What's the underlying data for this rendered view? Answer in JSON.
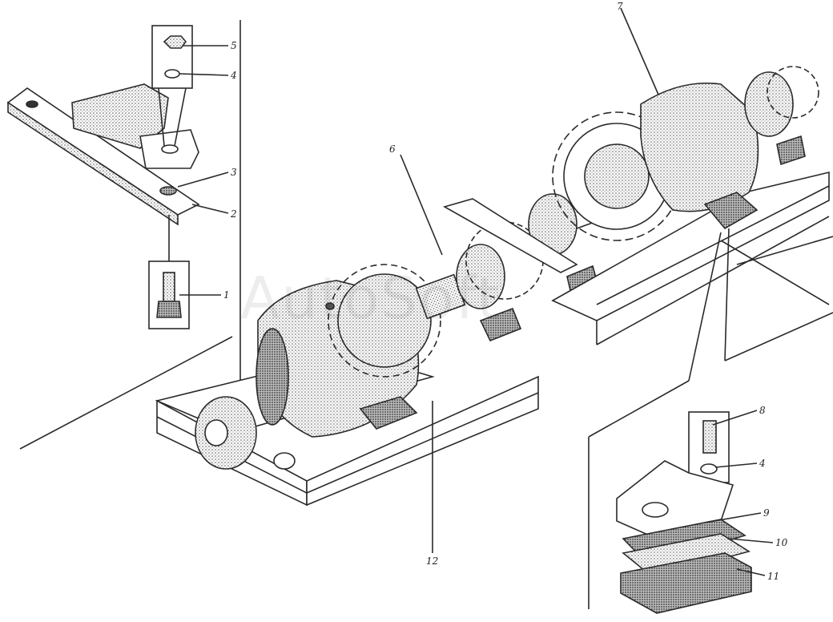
{
  "watermark": "AutoSoft",
  "callouts": [
    {
      "id": "c1",
      "text": "1"
    },
    {
      "id": "c2",
      "text": "2"
    },
    {
      "id": "c3",
      "text": "3"
    },
    {
      "id": "c4a",
      "text": "4"
    },
    {
      "id": "c5",
      "text": "5"
    },
    {
      "id": "c6",
      "text": "6"
    },
    {
      "id": "c7",
      "text": "7"
    },
    {
      "id": "c8",
      "text": "8"
    },
    {
      "id": "c4b",
      "text": "4"
    },
    {
      "id": "c9",
      "text": "9"
    },
    {
      "id": "c10",
      "text": "10"
    },
    {
      "id": "c11",
      "text": "11"
    },
    {
      "id": "c12",
      "text": "12"
    }
  ],
  "colors": {
    "ink": "#2a2a2a",
    "shade": "#8c8c8c",
    "paper": "#ffffff"
  }
}
